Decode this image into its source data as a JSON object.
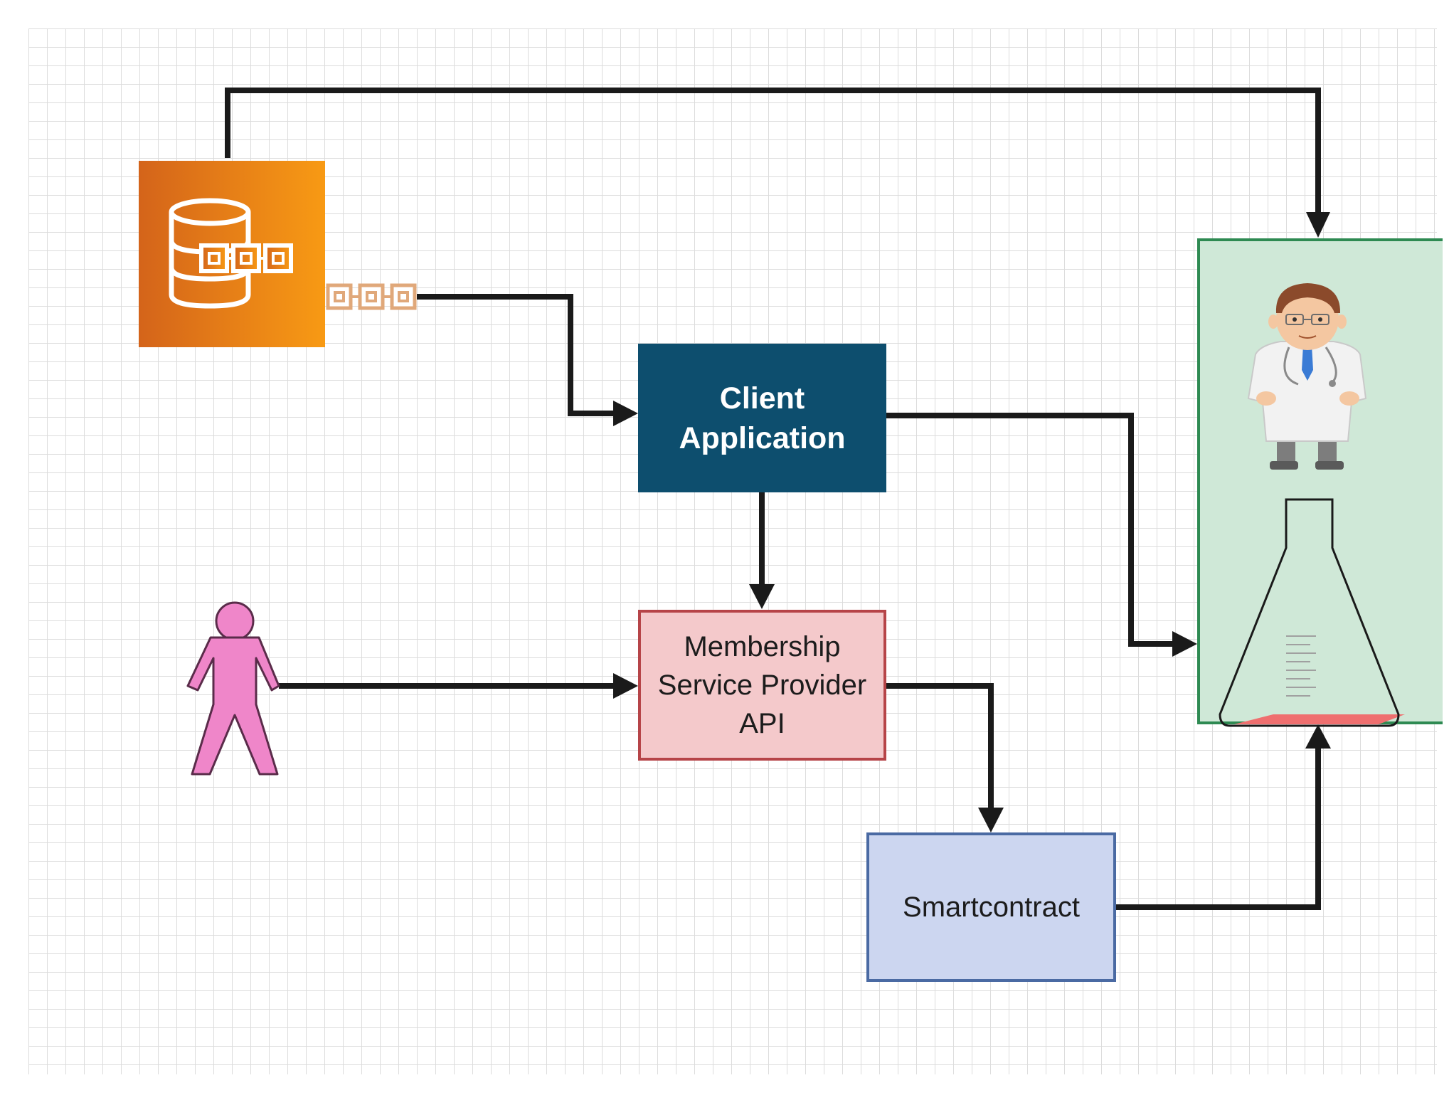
{
  "diagram": {
    "nodes": {
      "blockchain_db": {
        "icon": "blockchain-database-icon",
        "color_from": "#d4641a",
        "color_to": "#f89a14"
      },
      "chain_link": {
        "icon": "chain-link-icon"
      },
      "client_application": {
        "label": "Client\nApplication",
        "fill": "#0d4e6e"
      },
      "membership_service_provider": {
        "label": "Membership\nService Provider\nAPI",
        "fill": "#f4c9cb",
        "stroke": "#b64448"
      },
      "smartcontract": {
        "label": "Smartcontract",
        "fill": "#ccd6f0",
        "stroke": "#4a6aa3"
      },
      "user": {
        "icon": "user-figure-icon",
        "color": "#ef86c9"
      },
      "resource_panel": {
        "fill": "#cfe8d7",
        "stroke": "#2e8a52"
      },
      "doctor": {
        "icon": "doctor-icon"
      },
      "flask": {
        "icon": "lab-flask-icon"
      }
    },
    "edges": [
      {
        "from": "blockchain_db",
        "to": "resource_panel"
      },
      {
        "from": "blockchain_db",
        "to": "client_application"
      },
      {
        "from": "client_application",
        "to": "membership_service_provider"
      },
      {
        "from": "client_application",
        "to": "resource_panel"
      },
      {
        "from": "user",
        "to": "membership_service_provider"
      },
      {
        "from": "membership_service_provider",
        "to": "smartcontract"
      },
      {
        "from": "smartcontract",
        "to": "resource_panel"
      }
    ]
  }
}
